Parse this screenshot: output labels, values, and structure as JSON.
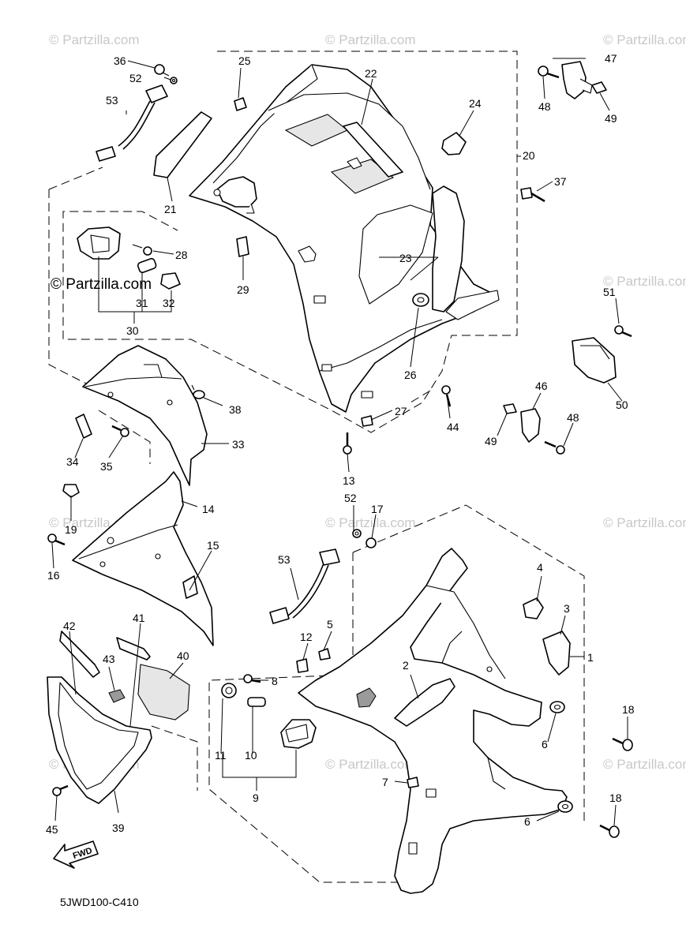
{
  "watermark": "© Partzilla.com",
  "diagram_code": "5JWD100-C410",
  "fwd_label": "FWD",
  "callouts": {
    "c1": "1",
    "c2": "2",
    "c3": "3",
    "c4": "4",
    "c5": "5",
    "c6a": "6",
    "c6b": "6",
    "c7": "7",
    "c8": "8",
    "c9": "9",
    "c10": "10",
    "c11": "11",
    "c12": "12",
    "c13": "13",
    "c14": "14",
    "c15": "15",
    "c16": "16",
    "c17": "17",
    "c18a": "18",
    "c18b": "18",
    "c19": "19",
    "c20": "20",
    "c21": "21",
    "c22": "22",
    "c23": "23",
    "c24": "24",
    "c25": "25",
    "c26": "26",
    "c27": "27",
    "c28": "28",
    "c29": "29",
    "c30": "30",
    "c31": "31",
    "c32": "32",
    "c33": "33",
    "c34": "34",
    "c35": "35",
    "c36": "36",
    "c37": "37",
    "c38": "38",
    "c39": "39",
    "c40": "40",
    "c41": "41",
    "c42": "42",
    "c43": "43",
    "c44": "44",
    "c45": "45",
    "c46": "46",
    "c47": "47",
    "c48a": "48",
    "c48b": "48",
    "c49a": "49",
    "c49b": "49",
    "c50": "50",
    "c51": "51",
    "c52a": "52",
    "c52b": "52",
    "c53a": "53",
    "c53b": "53"
  }
}
